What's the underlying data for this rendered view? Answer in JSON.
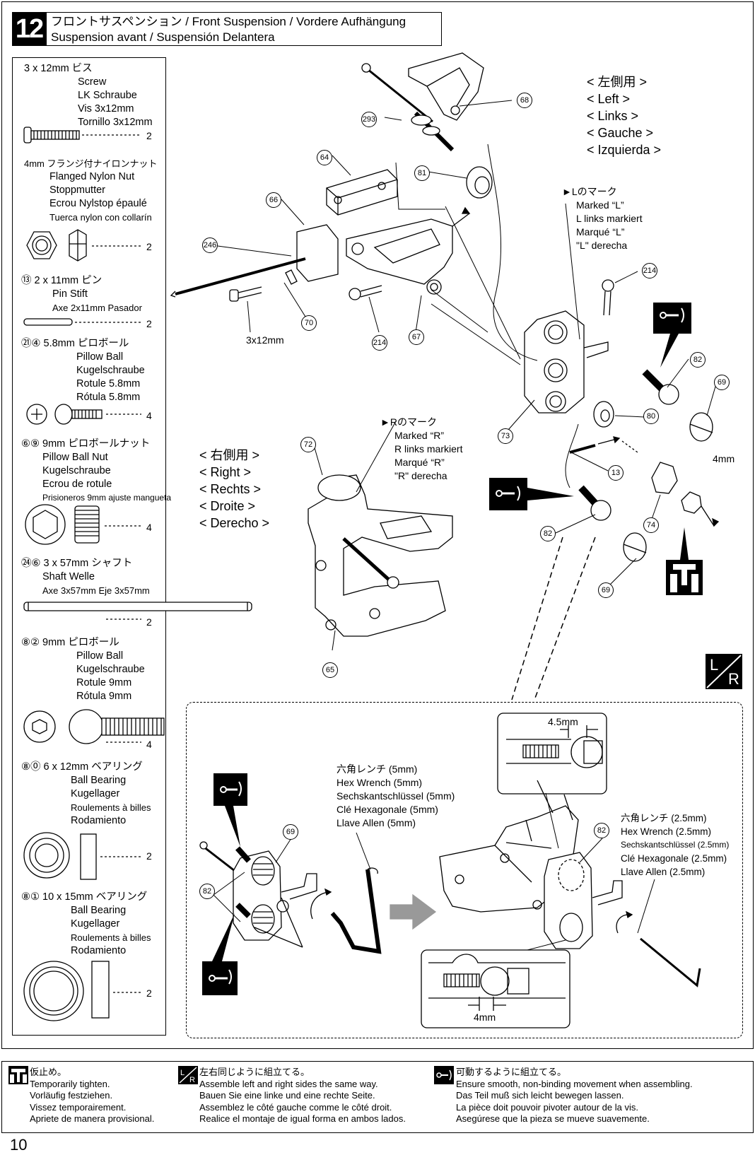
{
  "step": {
    "number": "12",
    "title_line1": "フロントサスペンション / Front Suspension / Vordere Aufhängung",
    "title_line2": "Suspension avant / Suspensión Delantera"
  },
  "parts": [
    {
      "key": "screw",
      "lines": [
        "3 x 12mm  ビス",
        "Screw",
        "LK Schraube",
        "Vis 3x12mm",
        "Tornillo 3x12mm"
      ],
      "qty": "2"
    },
    {
      "key": "nut",
      "lines": [
        "4mm  フランジ付ナイロンナット",
        "Flanged Nylon Nut",
        "Stoppmutter",
        "Ecrou Nylstop épaulé",
        "Tuerca nylon con collarín"
      ],
      "qty": "2"
    },
    {
      "key": "pin",
      "lines": [
        "⑬ 2 x 11mm  ピン",
        "Pin    Stift",
        "Axe 2x11mm    Pasador"
      ],
      "qty": "2"
    },
    {
      "key": "pillow58",
      "lines": [
        "㉑④ 5.8mm  ピロボール",
        "Pillow Ball",
        "Kugelschraube",
        "Rotule 5.8mm",
        "Rótula 5.8mm"
      ],
      "qty": "4"
    },
    {
      "key": "pbnut",
      "lines": [
        "⑥⑨ 9mm  ピロボールナット",
        "Pillow Ball Nut",
        "Kugelschraube",
        "Ecrou de rotule",
        "Prisioneros 9mm ajuste mangueta"
      ],
      "qty": "4"
    },
    {
      "key": "shaft",
      "lines": [
        "㉔⑥ 3 x 57mm  シャフト",
        "Shaft    Welle",
        "Axe 3x57mm    Eje 3x57mm"
      ],
      "qty": "2"
    },
    {
      "key": "pillow9",
      "lines": [
        "⑧② 9mm    ピロボール",
        "Pillow Ball",
        "Kugelschraube",
        "Rotule 9mm",
        "Rótula 9mm"
      ],
      "qty": "4"
    },
    {
      "key": "bearing612",
      "lines": [
        "⑧⓪ 6 x 12mm  ベアリング",
        "Ball Bearing",
        "Kugellager",
        "Roulements à billes",
        "Rodamiento"
      ],
      "qty": "2"
    },
    {
      "key": "bearing1015",
      "lines": [
        "⑧① 10 x 15mm  ベアリング",
        "Ball Bearing",
        "Kugellager",
        "Roulements à billes",
        "Rodamiento"
      ],
      "qty": "2"
    }
  ],
  "side_left": [
    "< 左側用 >",
    "< Left >",
    "< Links  >",
    "< Gauche  >",
    "< Izquierda >"
  ],
  "side_right": [
    "< 右側用 >",
    "< Right  >",
    "< Rechts >",
    "< Droite  >",
    "< Derecho  >"
  ],
  "mark_l": [
    "►Lのマーク",
    "Marked “L”",
    "L links markiert",
    "Marqué “L”",
    "\"L\" derecha"
  ],
  "mark_r": [
    "►Rのマーク",
    "Marked “R”",
    "R links markiert",
    "Marqué “R”",
    "\"R\" derecha"
  ],
  "callouts": [
    "68",
    "293",
    "64",
    "81",
    "66",
    "246",
    "214",
    "70",
    "67",
    "214",
    "82",
    "69",
    "80",
    "73",
    "13",
    "72",
    "74",
    "82",
    "69",
    "65",
    "69",
    "82",
    "82"
  ],
  "dims": {
    "screw": "3x12mm",
    "wrench_gap": "4mm",
    "gap_top": "4.5mm",
    "gap_bottom": "4mm"
  },
  "wrench_5": [
    "六角レンチ (5mm)",
    "Hex Wrench (5mm)",
    "Sechskantschlüssel (5mm)",
    "Clé Hexagonale (5mm)",
    "Llave Allen (5mm)"
  ],
  "wrench_25": [
    "六角レンチ (2.5mm)",
    "Hex Wrench (2.5mm)",
    "Sechskantschlüssel (2.5mm)",
    "Clé Hexagonale (2.5mm)",
    "Llave Allen (2.5mm)"
  ],
  "lr_icon": "L/R",
  "legend": {
    "tighten": [
      "仮止め。",
      "Temporarily tighten.",
      "Vorläufig festziehen.",
      "Vissez temporairement.",
      "Apriete de manera provisional."
    ],
    "same": [
      "左右同じように組立てる。",
      "Assemble left and right sides the same way.",
      "Bauen Sie eine linke und eine rechte Seite.",
      "Assemblez le côté gauche comme le côté droit.",
      "Realice el montaje de igual forma en ambos lados."
    ],
    "smooth": [
      "可動するように組立てる。",
      "Ensure smooth, non-binding movement when assembling.",
      "Das Teil muß sich leicht bewegen lassen.",
      "La pièce doit pouvoir pivoter autour de la vis.",
      "Asegúrese que la pieza se mueve suavemente."
    ]
  },
  "page_number": "10"
}
